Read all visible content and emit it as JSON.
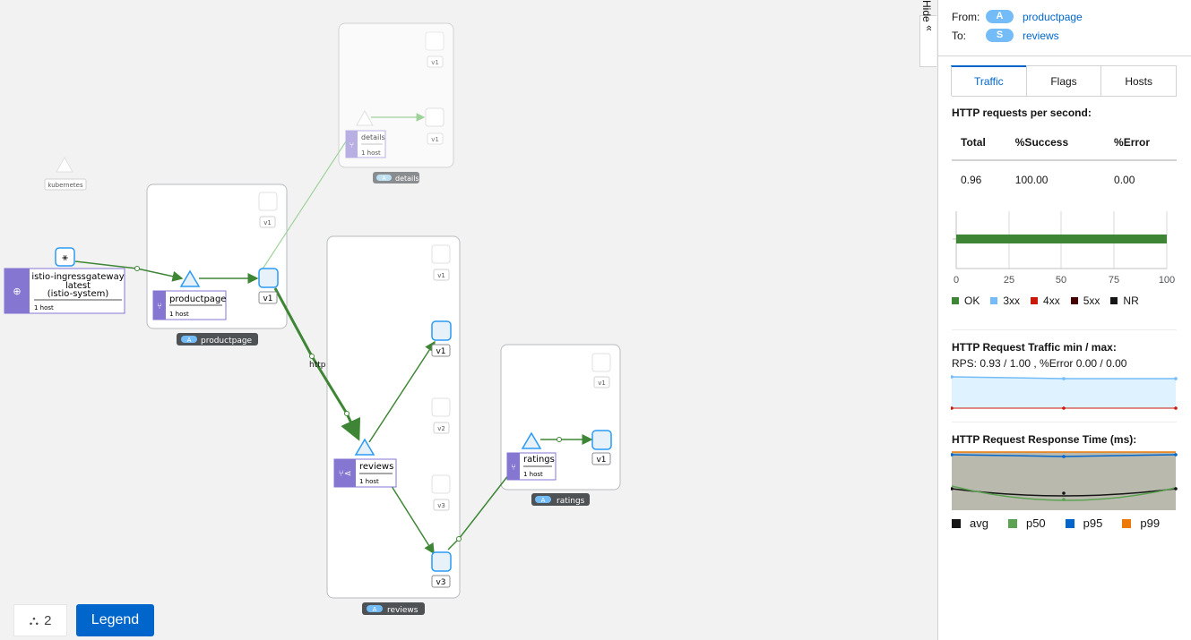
{
  "graph": {
    "nodes": {
      "ingress": {
        "name": "istio-ingressgateway",
        "version": "latest",
        "namespace": "(istio-system)",
        "hosts": "1 host"
      },
      "kubernetes": {
        "label": "kubernetes"
      },
      "productpage": {
        "name": "productpage",
        "hosts": "1 host",
        "version": "v1",
        "version_top": "v1",
        "box_label": "productpage",
        "badge": "A"
      },
      "details": {
        "name": "details",
        "hosts": "1 host",
        "version_a": "v1",
        "version_b": "v1",
        "box_label": "details",
        "badge": "A"
      },
      "reviews": {
        "name": "reviews",
        "hosts": "1 host",
        "v1_top": "v1",
        "v1": "v1",
        "v2": "v2",
        "v3_top": "v3",
        "v3": "v3",
        "box_label": "reviews",
        "badge": "A"
      },
      "ratings": {
        "name": "ratings",
        "hosts": "1 host",
        "version_top": "v1",
        "version": "v1",
        "box_label": "ratings",
        "badge": "A"
      }
    },
    "edge_label": "http"
  },
  "toolbar": {
    "zoom_value": "2",
    "legend_label": "Legend"
  },
  "hide_tab": {
    "label": "Hide"
  },
  "panel": {
    "from_label": "From:",
    "from_badge": "A",
    "from_value": "productpage",
    "to_label": "To:",
    "to_badge": "S",
    "to_value": "reviews",
    "tabs": [
      {
        "label": "Traffic"
      },
      {
        "label": "Flags"
      },
      {
        "label": "Hosts"
      }
    ],
    "rps_title": "HTTP requests per second:",
    "rps_headers": [
      "Total",
      "%Success",
      "%Error"
    ],
    "rps_values": [
      "0.96",
      "100.00",
      "0.00"
    ],
    "bar_chart": {
      "ticks": [
        "0",
        "25",
        "50",
        "75",
        "100"
      ],
      "ok_percent": 100,
      "legend": [
        {
          "label": "OK",
          "color": "#3e8635"
        },
        {
          "label": "3xx",
          "color": "#73bcf7"
        },
        {
          "label": "4xx",
          "color": "#c9190b"
        },
        {
          "label": "5xx",
          "color": "#470000"
        },
        {
          "label": "NR",
          "color": "#151515"
        }
      ]
    },
    "minmax_title": "HTTP Request Traffic min / max:",
    "minmax_text": "RPS: 0.93 / 1.00 , %Error 0.00 / 0.00",
    "response_title": "HTTP Request Response Time (ms):",
    "response_legend": [
      {
        "label": "avg",
        "color": "#151515"
      },
      {
        "label": "p50",
        "color": "#5ba352"
      },
      {
        "label": "p95",
        "color": "#0066cc"
      },
      {
        "label": "p99",
        "color": "#ec7a08"
      }
    ]
  }
}
